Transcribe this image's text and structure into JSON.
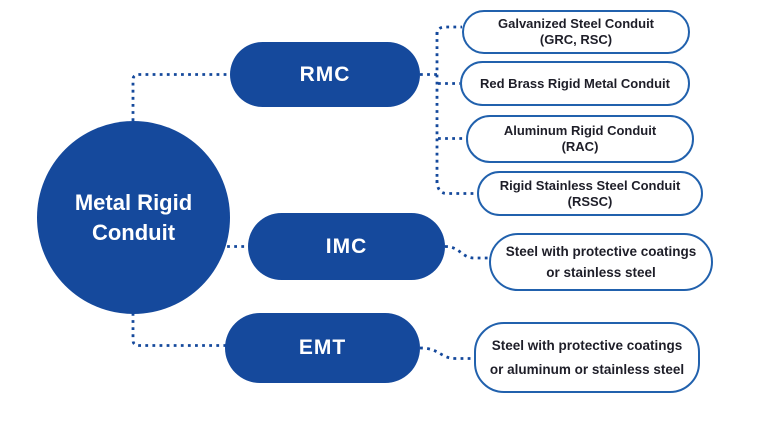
{
  "colors": {
    "primary_blue": "#15499C",
    "leaf_border_blue": "#2161AD",
    "leaf_text": "#1E1E28",
    "node_text": "#FFFFFF",
    "background": "#FFFFFF"
  },
  "root": {
    "title": "Metal Rigid Conduit",
    "line1": "Metal Rigid",
    "line2": "Conduit"
  },
  "branches": [
    {
      "label": "RMC",
      "children": [
        {
          "line1": "Galvanized Steel Conduit",
          "line2": "(GRC, RSC)"
        },
        {
          "line1": "Red Brass Rigid Metal Conduit",
          "line2": ""
        },
        {
          "line1": "Aluminum Rigid Conduit",
          "line2": "(RAC)"
        },
        {
          "line1": "Rigid Stainless Steel Conduit",
          "line2": "(RSSC)"
        }
      ]
    },
    {
      "label": "IMC",
      "children": [
        {
          "line1": "Steel with protective coatings",
          "line2": "or stainless steel"
        }
      ]
    },
    {
      "label": "EMT",
      "children": [
        {
          "line1": "Steel with protective coatings",
          "line2": "or aluminum or stainless steel"
        }
      ]
    }
  ]
}
